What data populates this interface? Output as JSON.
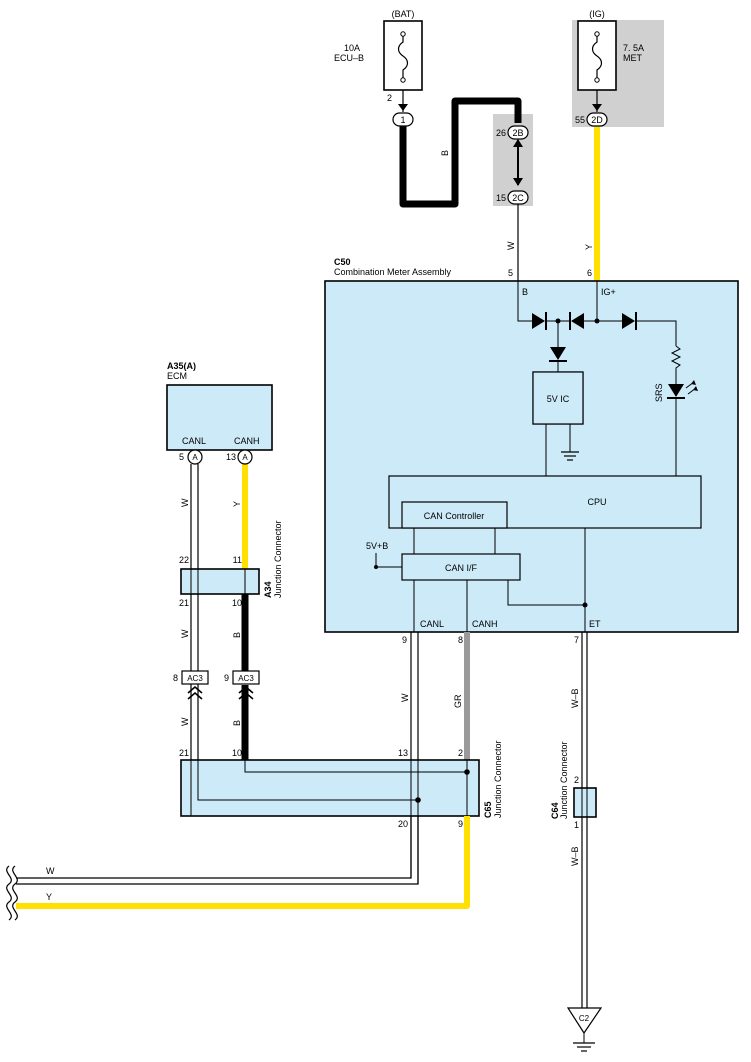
{
  "fuses": {
    "bat_source": "(BAT)",
    "bat_rating": "10A",
    "bat_name": "ECU–B",
    "ig_source": "(IG)",
    "ig_rating": "7. 5A",
    "ig_name": "MET"
  },
  "connectors": {
    "c1": "1",
    "c2b": "2B",
    "c2c": "2C",
    "c2d": "2D",
    "ecm_a": "A",
    "ac3": "AC3",
    "c2": "C2"
  },
  "pins": {
    "p2": "2",
    "p26": "26",
    "p15": "15",
    "p55": "55",
    "p5": "5",
    "p6": "6",
    "ecm_5": "5",
    "ecm_13": "13",
    "a34_22": "22",
    "a34_11": "11",
    "a34_21": "21",
    "a34_10": "10",
    "ac3_8": "8",
    "ac3_9": "9",
    "c65_21": "21",
    "c65_10": "10",
    "c65_13": "13",
    "c65_2": "2",
    "c65_20": "20",
    "c65_9": "9",
    "c50_9": "9",
    "c50_8": "8",
    "c50_7": "7",
    "c64_2": "2",
    "c64_1": "1"
  },
  "wire_colors": {
    "b_top": "B",
    "w_top": "W",
    "y_top": "Y",
    "ecm_w": "W",
    "ecm_y": "Y",
    "a34_w": "W",
    "a34_b": "B",
    "ac3_w": "W",
    "ac3_b": "B",
    "c50_w": "W",
    "c50_gr": "GR",
    "c50_wb": "W–B",
    "c64_wb": "W–B",
    "bottom_w": "W",
    "bottom_y": "Y"
  },
  "components": {
    "c50_code": "C50",
    "c50_name": "Combination Meter Assembly",
    "c50_b": "B",
    "c50_ig": "IG+",
    "vic": "5V IC",
    "srs": "SRS",
    "cpu": "CPU",
    "can_controller": "CAN Controller",
    "can_if": "CAN I/F",
    "v5b": "5V+B",
    "canl": "CANL",
    "canh": "CANH",
    "et": "ET",
    "ecm_code": "A35(A)",
    "ecm_name": "ECM",
    "ecm_canl": "CANL",
    "ecm_canh": "CANH",
    "a34_code": "A34",
    "a34_name": "Junction Connector",
    "c65_code": "C65",
    "c65_name": "Junction Connector",
    "c64_code": "C64",
    "c64_name": "Junction Connector"
  },
  "colors": {
    "yellow": "#ffe000",
    "black": "#000000",
    "gray": "#9a9a9a",
    "box_fill": "#cdeaf8",
    "shade": "#d0d0d0"
  }
}
